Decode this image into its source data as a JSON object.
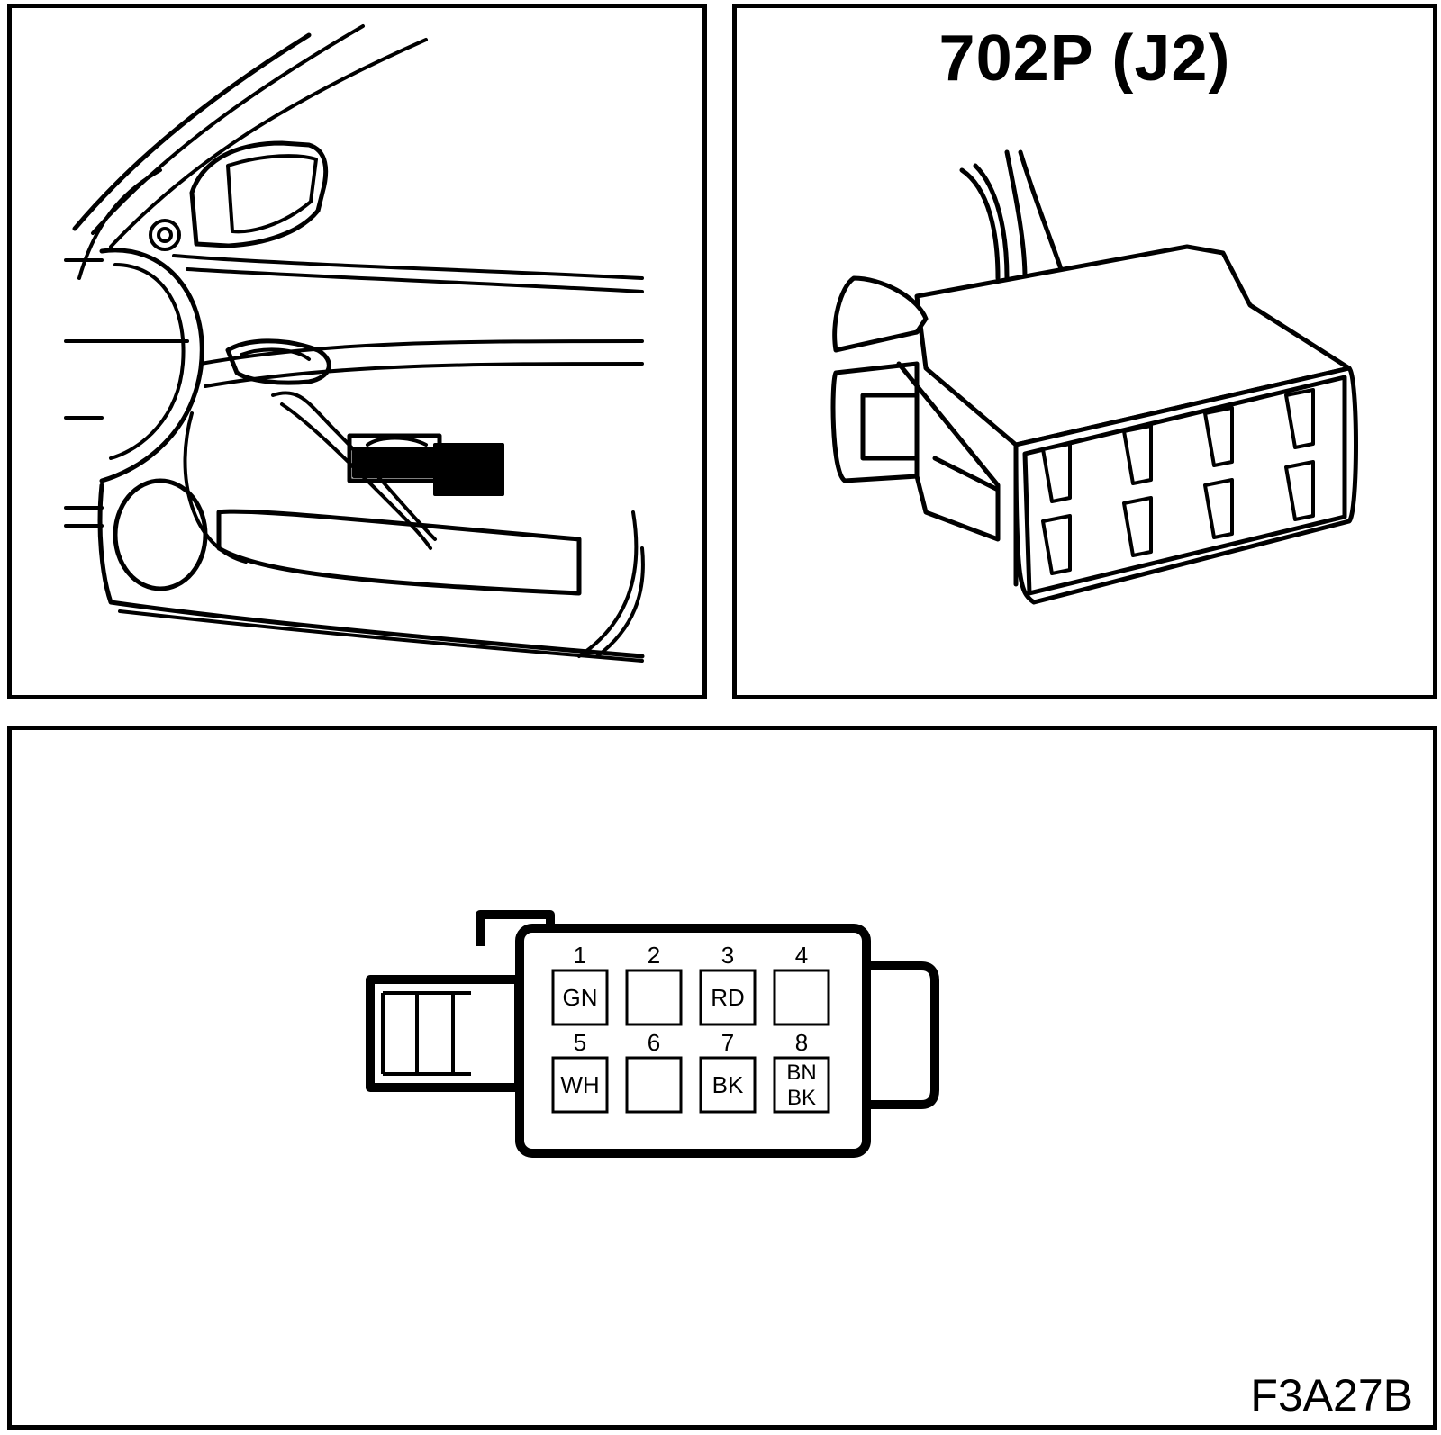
{
  "connector": {
    "title": "702P (J2)"
  },
  "pinout": {
    "figure_id": "F3A27B",
    "pins": [
      {
        "number": "1",
        "wire": [
          "GN"
        ]
      },
      {
        "number": "2",
        "wire": []
      },
      {
        "number": "3",
        "wire": [
          "RD"
        ]
      },
      {
        "number": "4",
        "wire": []
      },
      {
        "number": "5",
        "wire": [
          "WH"
        ]
      },
      {
        "number": "6",
        "wire": []
      },
      {
        "number": "7",
        "wire": [
          "BK"
        ]
      },
      {
        "number": "8",
        "wire": [
          "BN",
          "BK"
        ]
      }
    ]
  },
  "colors": {
    "line": "#000000",
    "background": "#ffffff"
  }
}
